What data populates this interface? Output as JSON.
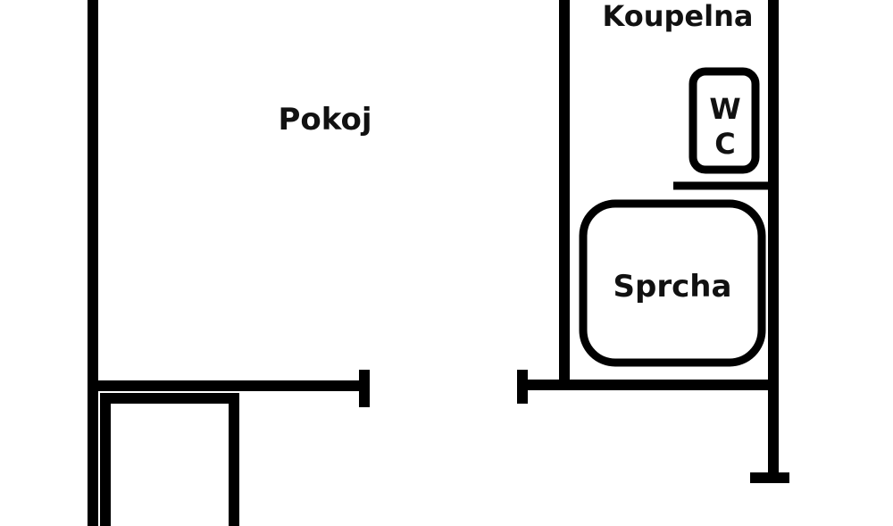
{
  "rooms": {
    "living_room": "Pokoj",
    "bathroom": "Koupelna",
    "shower": "Sprcha",
    "toilet_line1": "W",
    "toilet_line2": "C"
  },
  "colors": {
    "wall": "#000000",
    "background": "#ffffff"
  }
}
